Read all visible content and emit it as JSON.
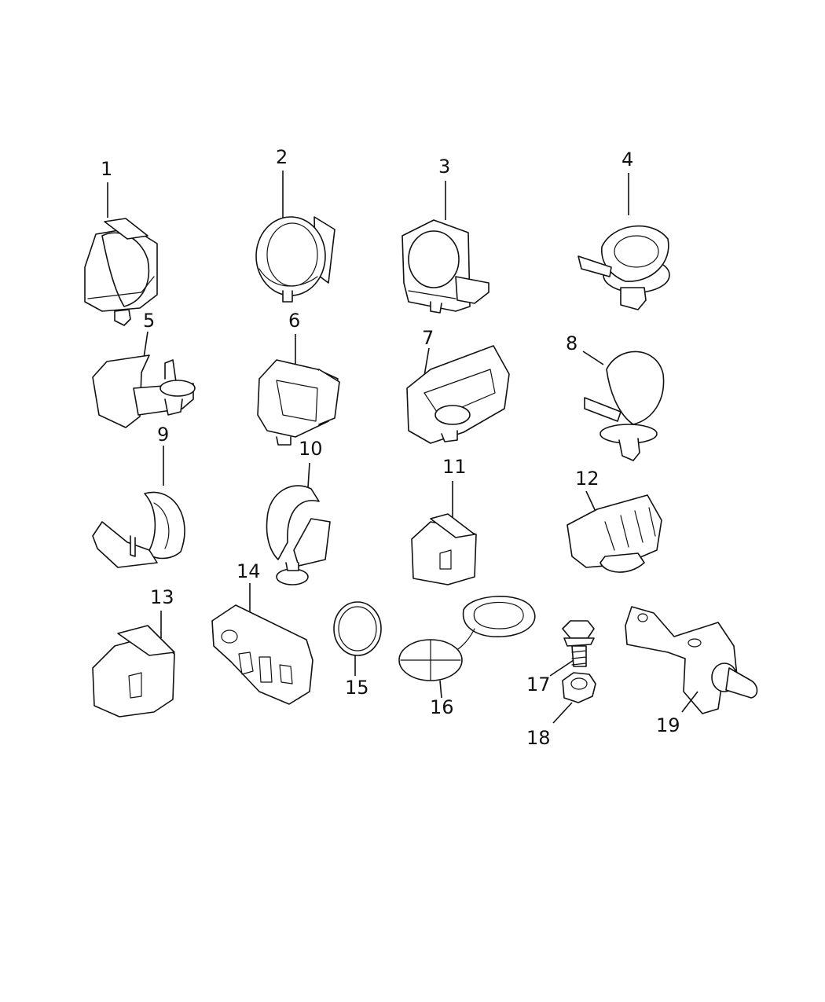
{
  "parts": [
    {
      "number": "1"
    },
    {
      "number": "2"
    },
    {
      "number": "3"
    },
    {
      "number": "4"
    },
    {
      "number": "5"
    },
    {
      "number": "6"
    },
    {
      "number": "7"
    },
    {
      "number": "8"
    },
    {
      "number": "9"
    },
    {
      "number": "10"
    },
    {
      "number": "11"
    },
    {
      "number": "12"
    },
    {
      "number": "13"
    },
    {
      "number": "14"
    },
    {
      "number": "15"
    },
    {
      "number": "16"
    },
    {
      "number": "17"
    },
    {
      "number": "18"
    },
    {
      "number": "19"
    }
  ]
}
